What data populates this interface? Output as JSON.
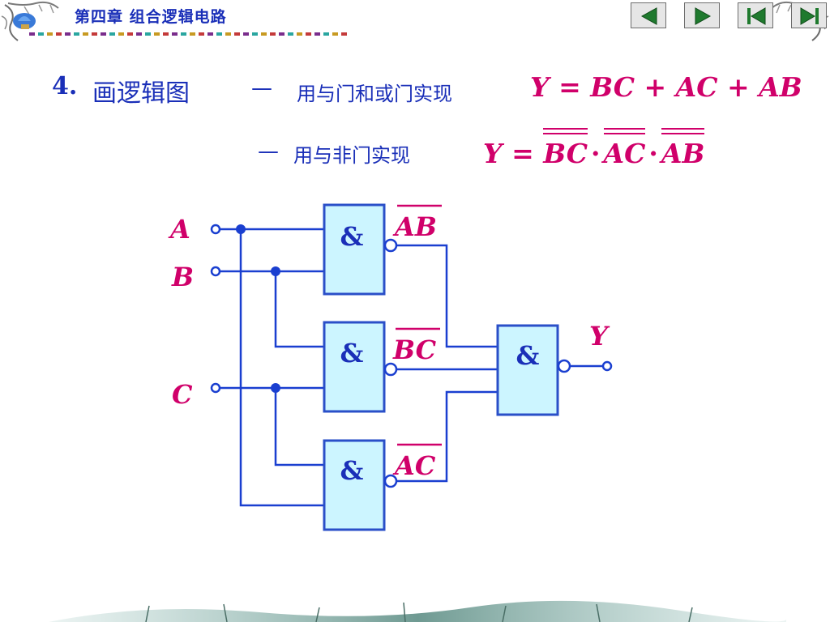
{
  "header": {
    "title": "第四章  组合逻辑电路",
    "nav_buttons": [
      {
        "name": "previous",
        "icon": "triangle-left-icon"
      },
      {
        "name": "next",
        "icon": "triangle-right-icon"
      },
      {
        "name": "first",
        "icon": "skip-to-start-icon"
      },
      {
        "name": "last",
        "icon": "skip-to-end-icon"
      }
    ]
  },
  "section": {
    "number": "4.",
    "title": "画逻辑图"
  },
  "methods": [
    {
      "dash": "—",
      "label": "用与门和或门实现",
      "formula": {
        "lhs": "Y",
        "eq": "=",
        "terms": [
          "BC",
          "AC",
          "AB"
        ],
        "op": "+"
      }
    },
    {
      "dash": "—",
      "label": "用与非门实现",
      "formula": {
        "lhs": "Y",
        "eq": "=",
        "terms": [
          "BC",
          "AC",
          "AB"
        ],
        "op": "·"
      }
    }
  ],
  "circuit": {
    "inputs": [
      "A",
      "B",
      "C"
    ],
    "gate_symbol": "&",
    "gate_outputs": [
      "AB",
      "BC",
      "AC"
    ],
    "output": "Y"
  },
  "colors": {
    "text_blue": "#1a2fb8",
    "formula_pink": "#d0006a",
    "wire_blue": "#1a3fd0",
    "gate_fill": "#ccf5ff",
    "gate_border": "#2a4fc8"
  }
}
